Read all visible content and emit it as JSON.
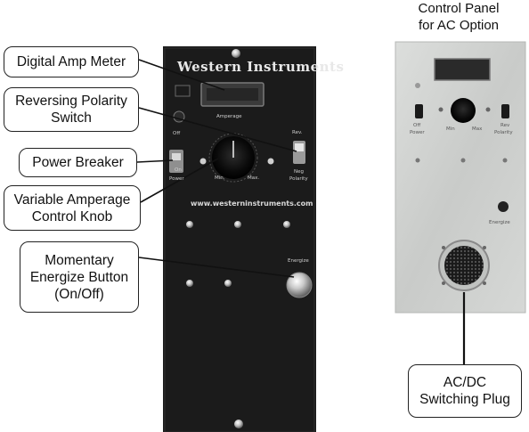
{
  "header": {
    "ac_panel_title": "Control Panel\nfor AC Option"
  },
  "callouts": {
    "digital_amp_meter": "Digital Amp Meter",
    "reversing_polarity": "Reversing Polarity\nSwitch",
    "power_breaker": "Power Breaker",
    "variable_amperage": "Variable Amperage\nControl Knob",
    "momentary_energize": "Momentary\nEnergize Button\n(On/Off)",
    "acdc_plug": "AC/DC\nSwitching Plug"
  },
  "panel": {
    "brand": "Western Instruments",
    "url": "www.westerninstruments.com",
    "label_min": "Min.",
    "label_max": "Max.",
    "label_off": "Off",
    "label_on": "On",
    "label_power": "Power",
    "label_rev": "Rev.",
    "label_neg": "Neg",
    "label_polarity": "Polarity",
    "label_energize": "Energize",
    "label_amperage": "Amperage"
  },
  "ac_panel": {
    "label_energize": "Energize",
    "label_max": "Max",
    "label_min": "Min",
    "label_off": "Off",
    "label_power": "Power",
    "label_rev": "Rev",
    "label_polarity": "Polarity"
  },
  "colors": {
    "panel_dark": "#1b1b1b",
    "panel_light": "#cfd1cf",
    "leader_line": "#111111"
  }
}
